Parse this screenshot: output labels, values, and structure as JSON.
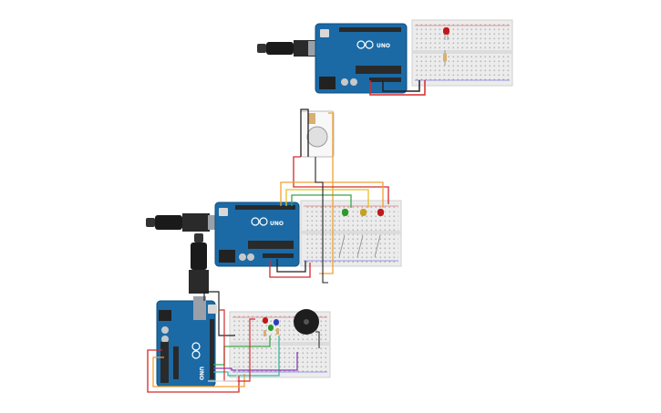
{
  "canvas": {
    "background": "#ffffff"
  },
  "board": {
    "model_label": "UNO",
    "color": "#1b6aa5"
  },
  "breadboard": {
    "color": "#ececec"
  },
  "components": {
    "led_colors": [
      "#c01818",
      "#2a9a2a",
      "#c8a020",
      "#c01818",
      "#2a9a2a",
      "#2a40c0"
    ],
    "buzzer": "buzzer",
    "potentiometer": "potentiometer"
  },
  "wire_colors": {
    "red": "#d42a2a",
    "black": "#222222",
    "orange": "#f0a030",
    "green": "#3aa84a",
    "yellow": "#e8c020",
    "purple": "#8a3ab8",
    "teal": "#3ab8a0",
    "white": "#f4f4f4"
  }
}
